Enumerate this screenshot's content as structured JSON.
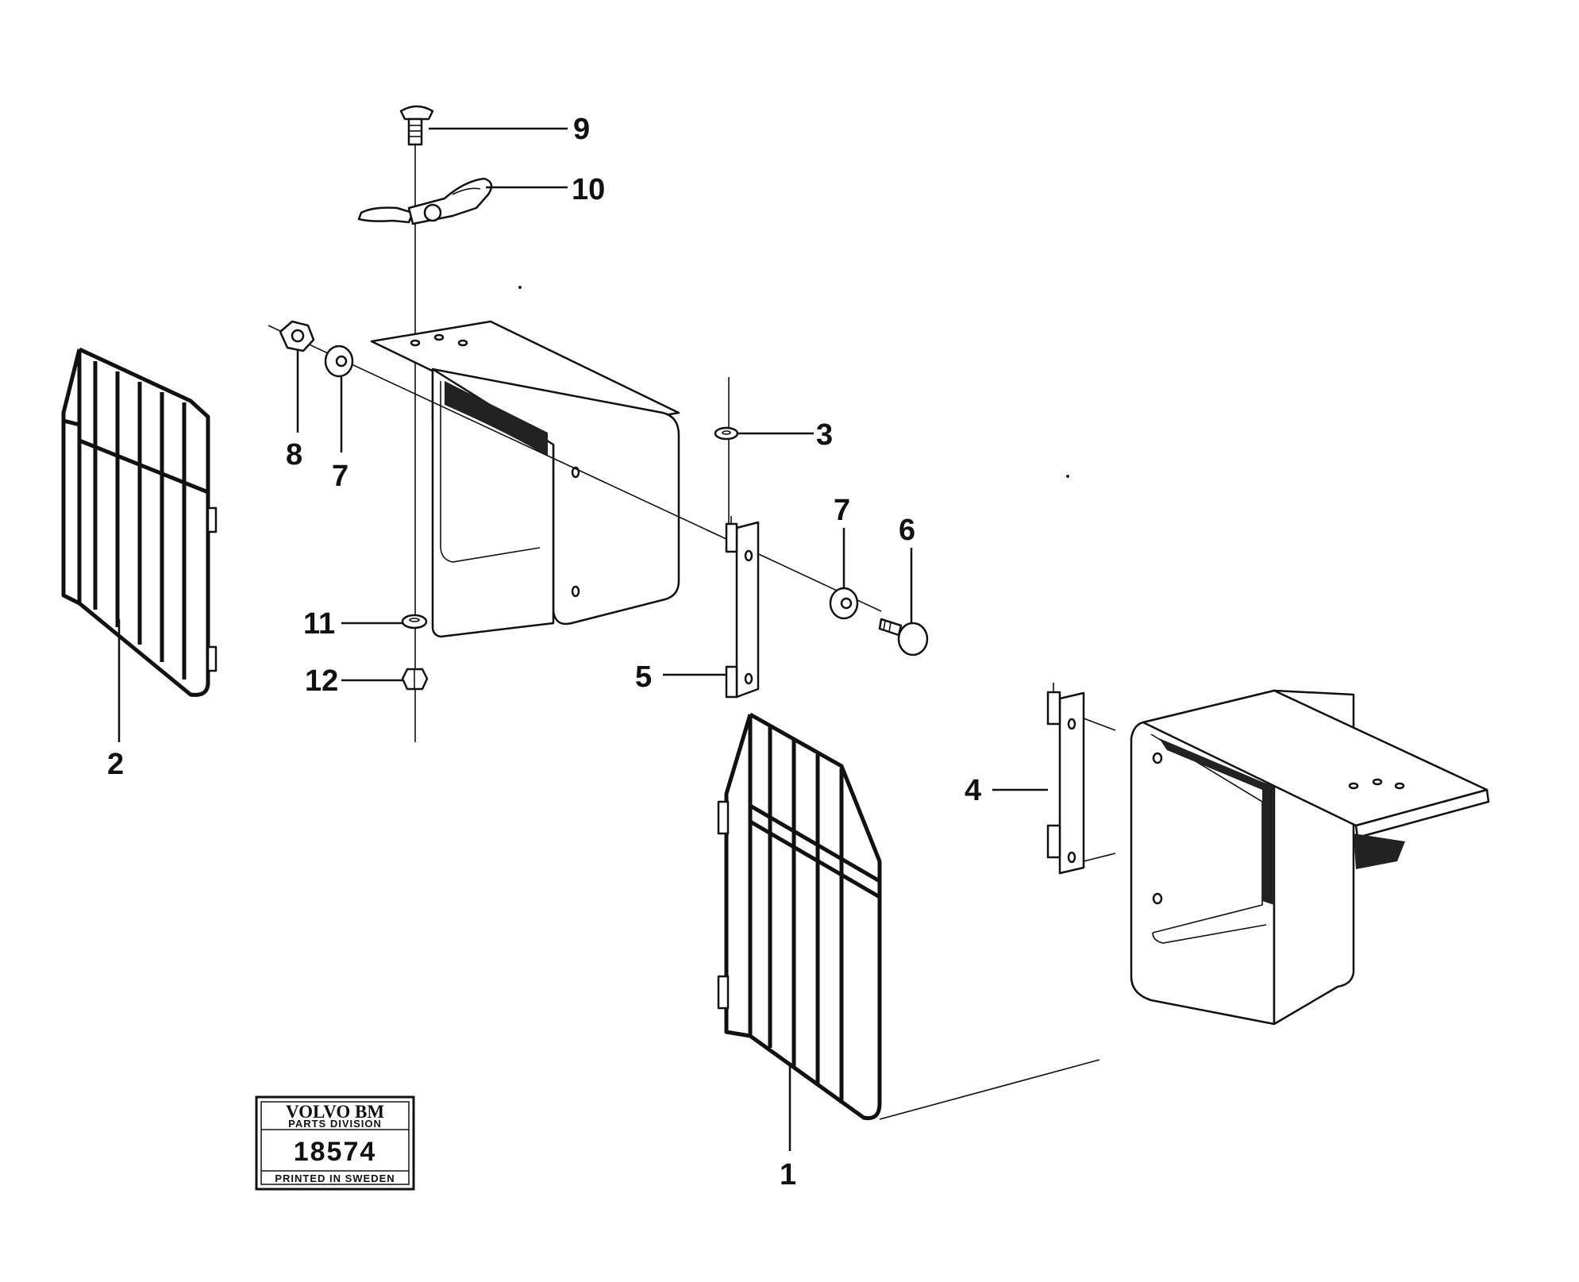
{
  "diagram": {
    "callouts": {
      "c1": "1",
      "c2": "2",
      "c3": "3",
      "c4": "4",
      "c5": "5",
      "c6": "6",
      "c7a": "7",
      "c7b": "7",
      "c8": "8",
      "c9": "9",
      "c10": "10",
      "c11": "11",
      "c12": "12"
    },
    "stamp": {
      "brand": "VOLVO BM",
      "division": "PARTS DIVISION",
      "number": "18574",
      "footer": "PRINTED IN SWEDEN"
    }
  }
}
